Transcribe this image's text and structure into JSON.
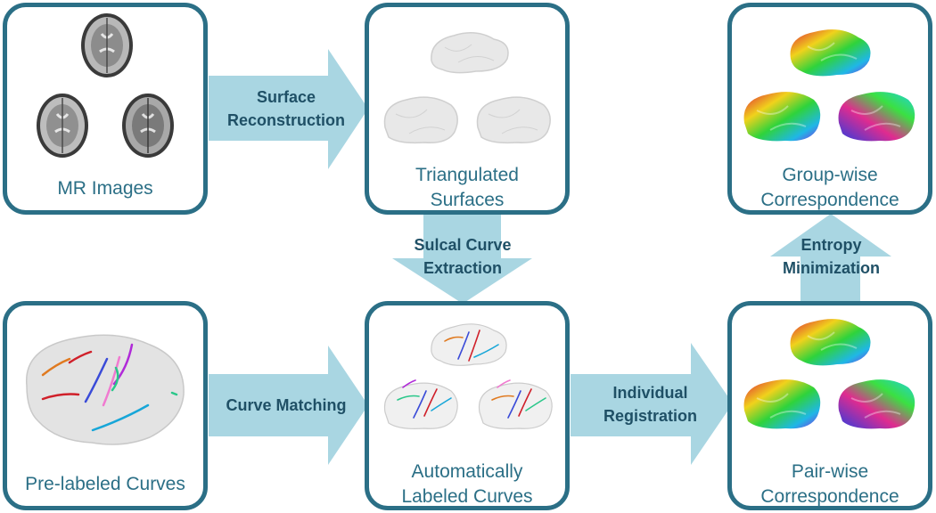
{
  "colors": {
    "box_border": "#2b6f86",
    "arrow_fill": "#a9d6e2",
    "label_text": "#2b6f86",
    "arrow_text": "#1f5066"
  },
  "boxes": {
    "mr_images": "MR Images",
    "triangulated_surfaces": [
      "Triangulated",
      "Surfaces"
    ],
    "group_wise": [
      "Group-wise",
      "Correspondence"
    ],
    "pre_labeled": "Pre-labeled Curves",
    "auto_labeled": [
      "Automatically",
      "Labeled Curves"
    ],
    "pair_wise": [
      "Pair-wise",
      "Correspondence"
    ]
  },
  "arrows": {
    "surface_reconstruction": [
      "Surface",
      "Reconstruction"
    ],
    "sulcal_curve_extraction": [
      "Sulcal Curve",
      "Extraction"
    ],
    "entropy_minimization": [
      "Entropy",
      "Minimization"
    ],
    "curve_matching": "Curve Matching",
    "individual_registration": [
      "Individual",
      "Registration"
    ]
  },
  "icons": {
    "mr_slice": "brain-mri-slice-icon",
    "surface": "gray-brain-surface-icon",
    "curves": "labeled-sulcal-curves-icon",
    "colored": "color-correspondence-brain-icon"
  }
}
